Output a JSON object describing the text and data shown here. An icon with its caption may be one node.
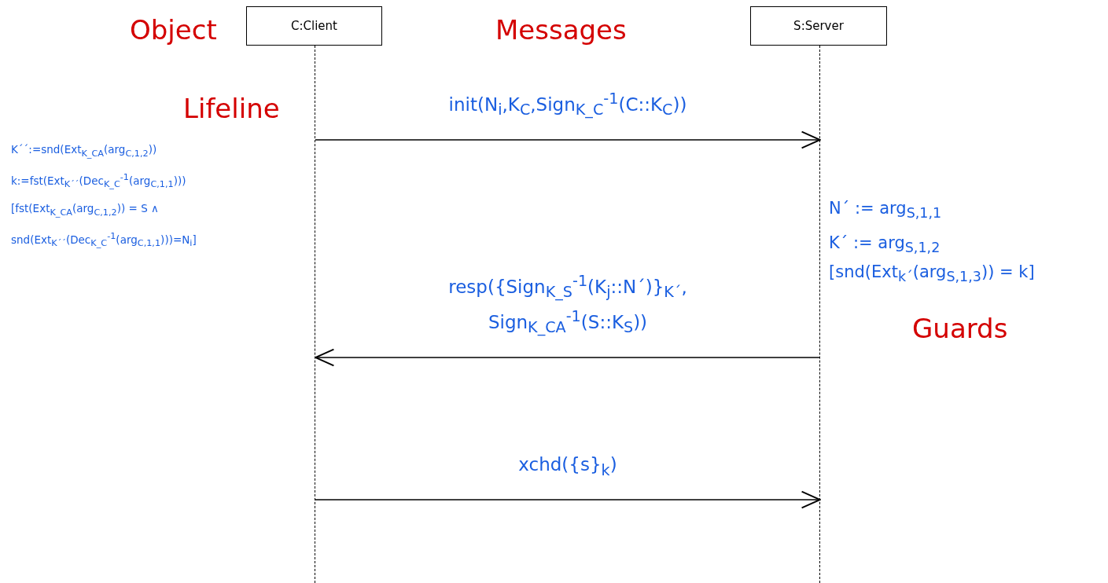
{
  "diagram": {
    "nodes": [
      {
        "text": [
          "C:Client"
        ]
      },
      {
        "text": [
          "S:Server"
        ]
      },
      {
        "text": [],
        "shape": "line"
      },
      {
        "text": [],
        "shape": "line"
      }
    ],
    "edges": [
      {
        "from": 2,
        "to": 3,
        "arrow": "to",
        "label": "init(N$_{i}$,K$_{C}$,Sign$_{K_C}$$^{-1}$(C::K$_{C}$))"
      },
      {
        "from": 3,
        "to": 2,
        "arrow": "to",
        "label": "resp({Sign$_{K_S}$$^{-1}$(K$_{j}$::N´)}$_{K´}$, Sign$_{K_CA}$$^{-1}$(S::K$_{S}$))"
      },
      {
        "from": 2,
        "to": 3,
        "arrow": "to",
        "label": "xchd({s}$_{k}$)"
      }
    ],
    "labels": [
      "Object",
      "Messages",
      "Lifeline",
      "K´´:=snd(Ext$_{K_CA}$(arg$_{C,1,2}$))",
      "k:=fst(Ext$_{K´´}$(Dec$_{K_C}$$^{-1}$(arg$_{C,1,1}$)))",
      "[fst(Ext$_{K_CA}$(arg$_{C,1,2}$)) = S ∧",
      "snd(Ext$_{K´´}$(Dec$_{K_C}$$^{-1}$(arg$_{C,1,1}$)))=N$_{i}$]",
      "N´ := arg$_{S,1,1}$",
      "K´ := arg$_{S,1,2}$",
      "[snd(Ext$_{k´}$(arg$_{S,1,3}$)) = k]",
      "Guards"
    ]
  }
}
